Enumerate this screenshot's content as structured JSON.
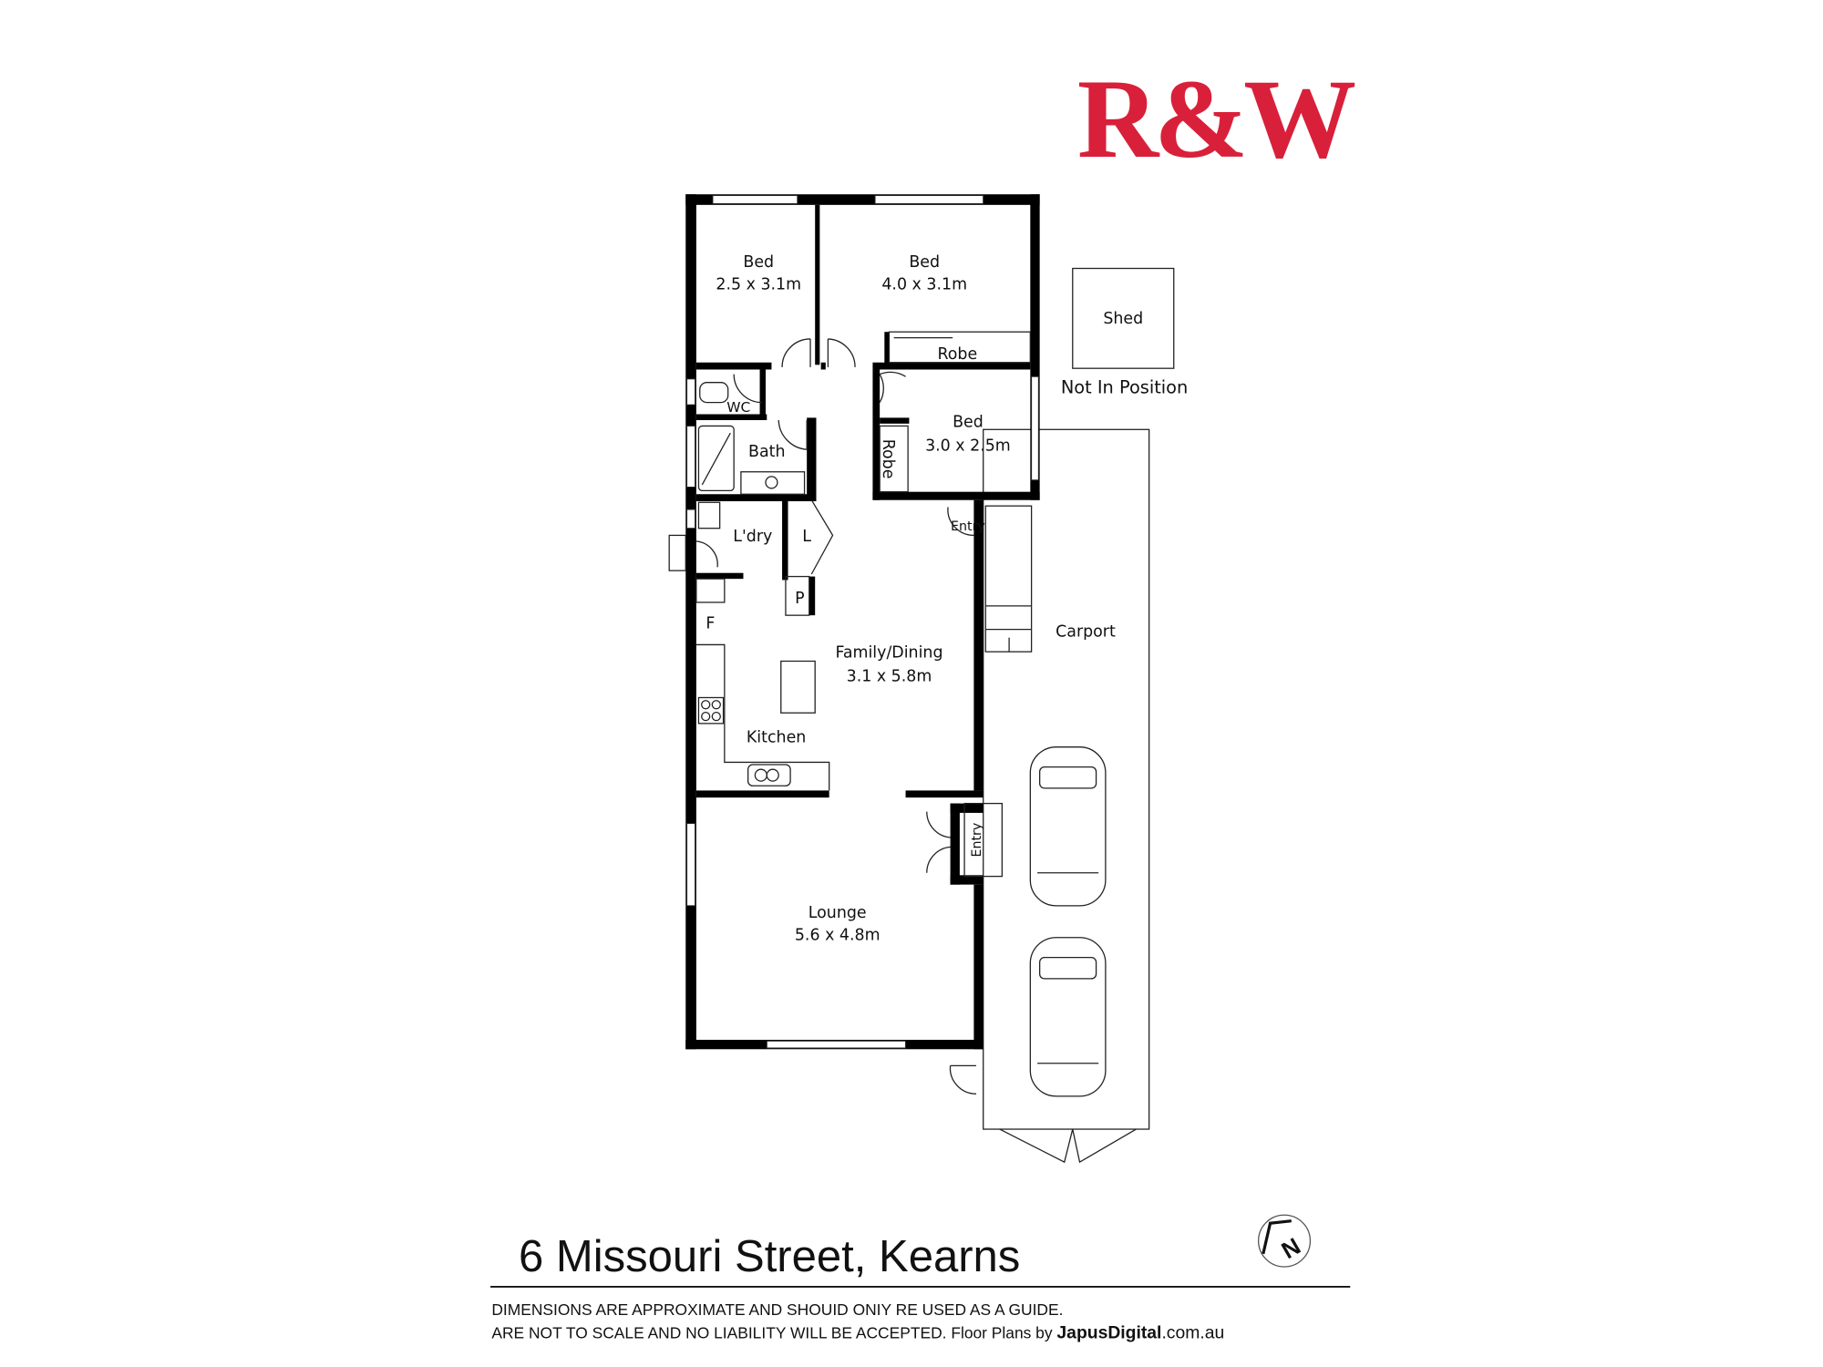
{
  "brand": {
    "logo_text": "R&W",
    "color": "#d9203a"
  },
  "rooms": [
    {
      "name": "Bed",
      "size": "2.5 x 3.1m"
    },
    {
      "name": "Bed",
      "size": "4.0 x 3.1m"
    },
    {
      "name": "Bed",
      "size": "3.0 x 2.5m"
    },
    {
      "name": "Family/Dining",
      "size": "3.1 x 5.8m"
    },
    {
      "name": "Lounge",
      "size": "5.6 x 4.8m"
    }
  ],
  "labels": {
    "robe1": "Robe",
    "robe2": "Robe",
    "wc": "WC",
    "bath": "Bath",
    "laundry": "L'dry",
    "linen": "L",
    "pantry": "P",
    "fridge": "F",
    "kitchen": "Kitchen",
    "entry_side": "Entry",
    "entry_front": "Entry",
    "carport": "Carport",
    "shed": "Shed",
    "shed_note": "Not In Position"
  },
  "footer": {
    "address": "6 Missouri Street, Kearns",
    "disclaimer_line1": "DIMENSIONS ARE APPROXIMATE AND SHOUID ONIY RE USED AS A GUIDE.",
    "disclaimer_line2": "ARE NOT TO SCALE AND NO LIABILITY WILL BE ACCEPTED. Floor Plans by ",
    "credit_bold": "JapusDigital",
    "credit_rest": ".com.au"
  },
  "compass": {
    "icon": "north-arrow-icon",
    "letter": "N"
  }
}
